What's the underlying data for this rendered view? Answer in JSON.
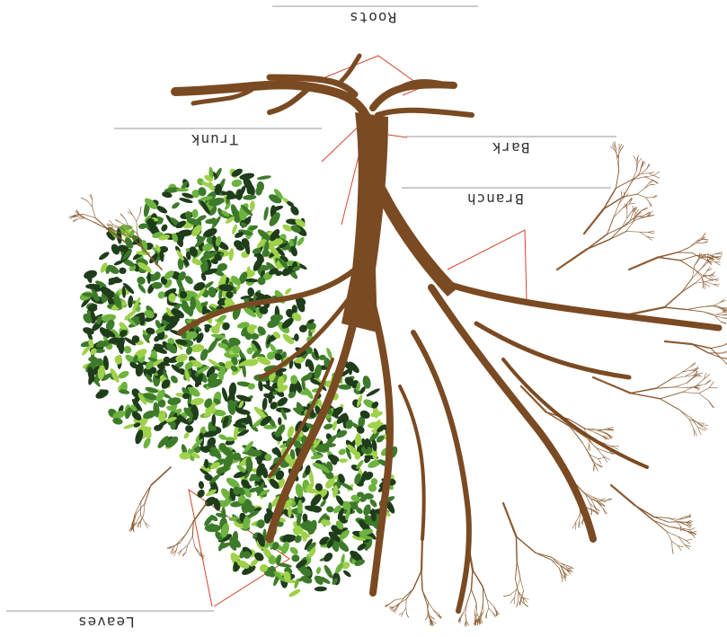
{
  "labels": {
    "roots": "Roots",
    "trunk": "Trunk",
    "bark": "Bark",
    "branch": "Branch",
    "leaves": "Leaves"
  },
  "colors": {
    "bark_brown": "#7a4a22",
    "leader_red": "#d2452b",
    "leaf_dark": "#1f3d1a",
    "leaf_mid": "#3d7a2a",
    "leaf_light": "#6db33f",
    "leaf_lime": "#9fd14a",
    "rule_gray": "#9a9a9a"
  }
}
